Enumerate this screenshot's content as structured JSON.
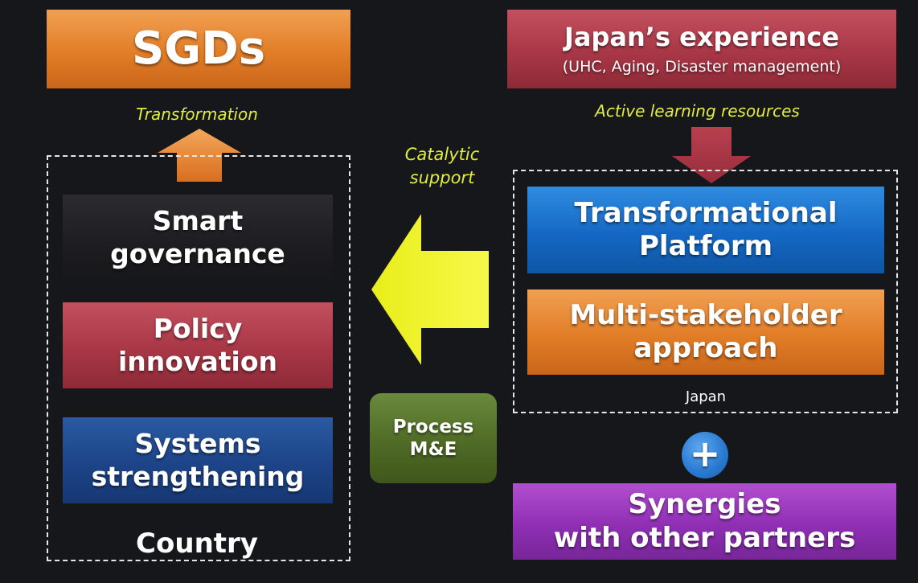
{
  "left": {
    "top_box": "SGDs",
    "transformation_label": "Transformation",
    "boxes": [
      {
        "line1": "Smart",
        "line2": "governance"
      },
      {
        "line1": "Policy",
        "line2": "innovation"
      },
      {
        "line1": "Systems",
        "line2": "strengthening"
      }
    ],
    "group_label": "Country"
  },
  "right": {
    "top_box_title": "Japan’s experience",
    "top_box_subtitle": "(UHC, Aging, Disaster management)",
    "resources_label": "Active learning resources",
    "boxes": [
      {
        "line1": "Transformational",
        "line2": "Platform"
      },
      {
        "line1": "Multi-stakeholder",
        "line2": "approach"
      }
    ],
    "group_label": "Japan",
    "plus_symbol": "+",
    "synergies": {
      "line1": "Synergies",
      "line2": "with other partners"
    }
  },
  "center": {
    "catalytic_line1": "Catalytic",
    "catalytic_line2": "support",
    "process_line1": "Process",
    "process_line2": "M&E"
  },
  "colors": {
    "background": "#16171b",
    "orange": "#e27d27",
    "maroon": "#a83746",
    "blue": "#1468c4",
    "navy": "#1d4488",
    "purple": "#8f2fb4",
    "olive": "#4f6b26",
    "yellow_arrow": "#f2f21a",
    "label_yellow": "#e1ec43"
  }
}
